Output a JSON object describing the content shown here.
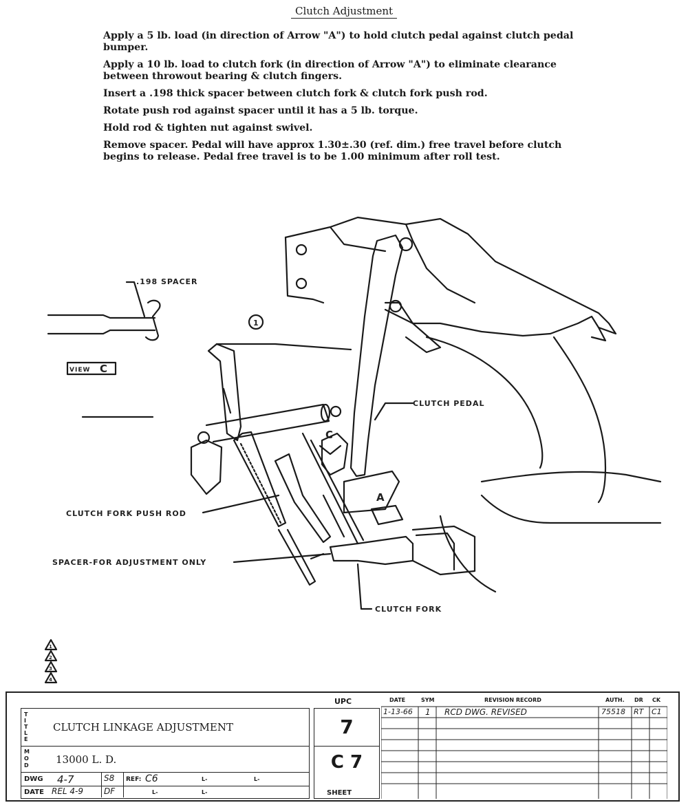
{
  "document": {
    "title": "Clutch Adjustment",
    "instructions": [
      "Apply a 5 lb. load (in direction of Arrow \"A\") to hold clutch pedal against clutch pedal bumper.",
      "Apply a 10 lb. load to clutch fork (in direction of Arrow \"A\") to eliminate clearance between throwout bearing & clutch fingers.",
      "Insert a .198 thick spacer between clutch fork & clutch fork push rod.",
      "Rotate push rod against spacer until it has a 5 lb. torque.",
      "Hold rod & tighten nut against swivel.",
      "Remove spacer.  Pedal will have approx 1.30±.30 (ref. dim.) free travel before clutch begins to release.  Pedal free travel is to be 1.00 minimum after roll test."
    ]
  },
  "drawing": {
    "labels": {
      "spacer_detail": ".198 SPACER",
      "view": "VIEW",
      "view_letter": "C",
      "circle_num": "1",
      "clutch_pedal": "CLUTCH PEDAL",
      "arrow_c": "C",
      "arrow_a": "A",
      "push_rod": "CLUTCH FORK PUSH ROD",
      "spacer_adj": "SPACER-FOR ADJUSTMENT ONLY",
      "clutch_fork": "CLUTCH FORK"
    },
    "revision_triangles": [
      "1",
      "2",
      "3",
      "4"
    ]
  },
  "title_block": {
    "title_side": "TITLE",
    "title": "CLUTCH LINKAGE ADJUSTMENT",
    "mod_side": "MOD",
    "model": "13000 L. D.",
    "dwg_label": "DWG",
    "dwg_value": "4-7",
    "dwg_code": "S8",
    "ref_label": "REF:",
    "ref_value": "C6",
    "date_label": "DATE",
    "date_value": "REL 4-9",
    "date_code": "DF",
    "l_marks": [
      "L-",
      "L-",
      "L-",
      "L-"
    ],
    "upc_label": "UPC",
    "upc_value": "7",
    "code_value": "C 7",
    "sheet_label": "SHEET",
    "revision_headers": [
      "DATE",
      "SYM",
      "REVISION RECORD",
      "AUTH.",
      "DR",
      "CK"
    ],
    "revisions": [
      {
        "date": "1-13-66",
        "sym": "1",
        "record": "RCD DWG. REVISED",
        "auth": "75518",
        "dr": "RT",
        "ck": "C1"
      }
    ]
  }
}
